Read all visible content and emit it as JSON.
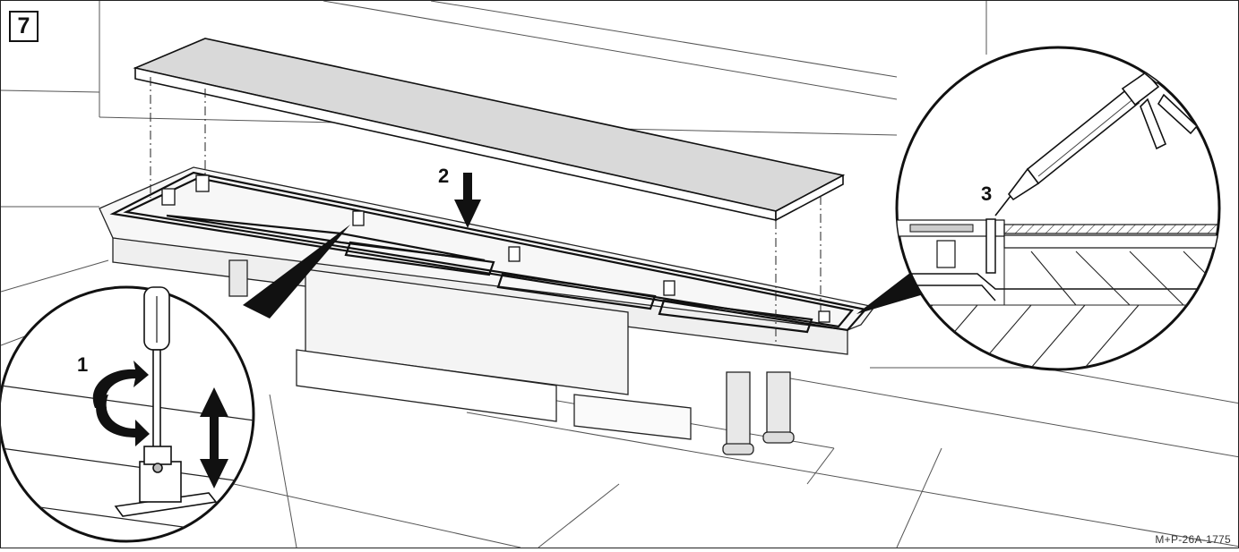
{
  "step_number": "7",
  "callouts": {
    "step1": "1",
    "step2": "2",
    "step3": "3"
  },
  "reference_code": "M+P-26A-1775",
  "colors": {
    "line": "#1a1a1a",
    "light_line": "#777777",
    "cover_fill": "#d9d9d9",
    "background": "#ffffff"
  },
  "icons": [
    "screwdriver-icon",
    "rotate-arrows-icon",
    "updown-arrow-icon",
    "down-arrow-icon",
    "caulking-gun-icon"
  ]
}
